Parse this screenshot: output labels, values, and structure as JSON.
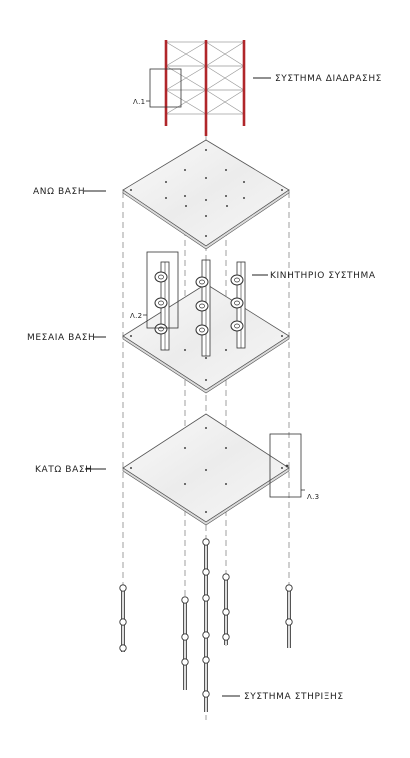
{
  "labels": {
    "interaction": "ΣΥΣΤΗΜΑ ΔΙΑΔΡΑΣΗΣ",
    "top_base": "ΑΝΩ ΒΑΣΗ",
    "moving": "ΚΙΝΗΤΗΡΙΟ ΣΥΣΤΗΜΑ",
    "middle_base": "ΜΕΣΑΙΑ ΒΑΣΗ",
    "bottom_base": "ΚΑΤΩ ΒΑΣΗ",
    "support": "ΣΥΣΤΗΜΑ ΣΤΗΡΙΞΗΣ"
  },
  "callouts": {
    "l1": "Λ.1",
    "l2": "Λ.2",
    "l3": "Λ.3"
  },
  "colors": {
    "frame_red": "#b0262a",
    "line": "#222222",
    "plate_fill": "#f3f3f3",
    "plate_stroke": "#555555"
  }
}
